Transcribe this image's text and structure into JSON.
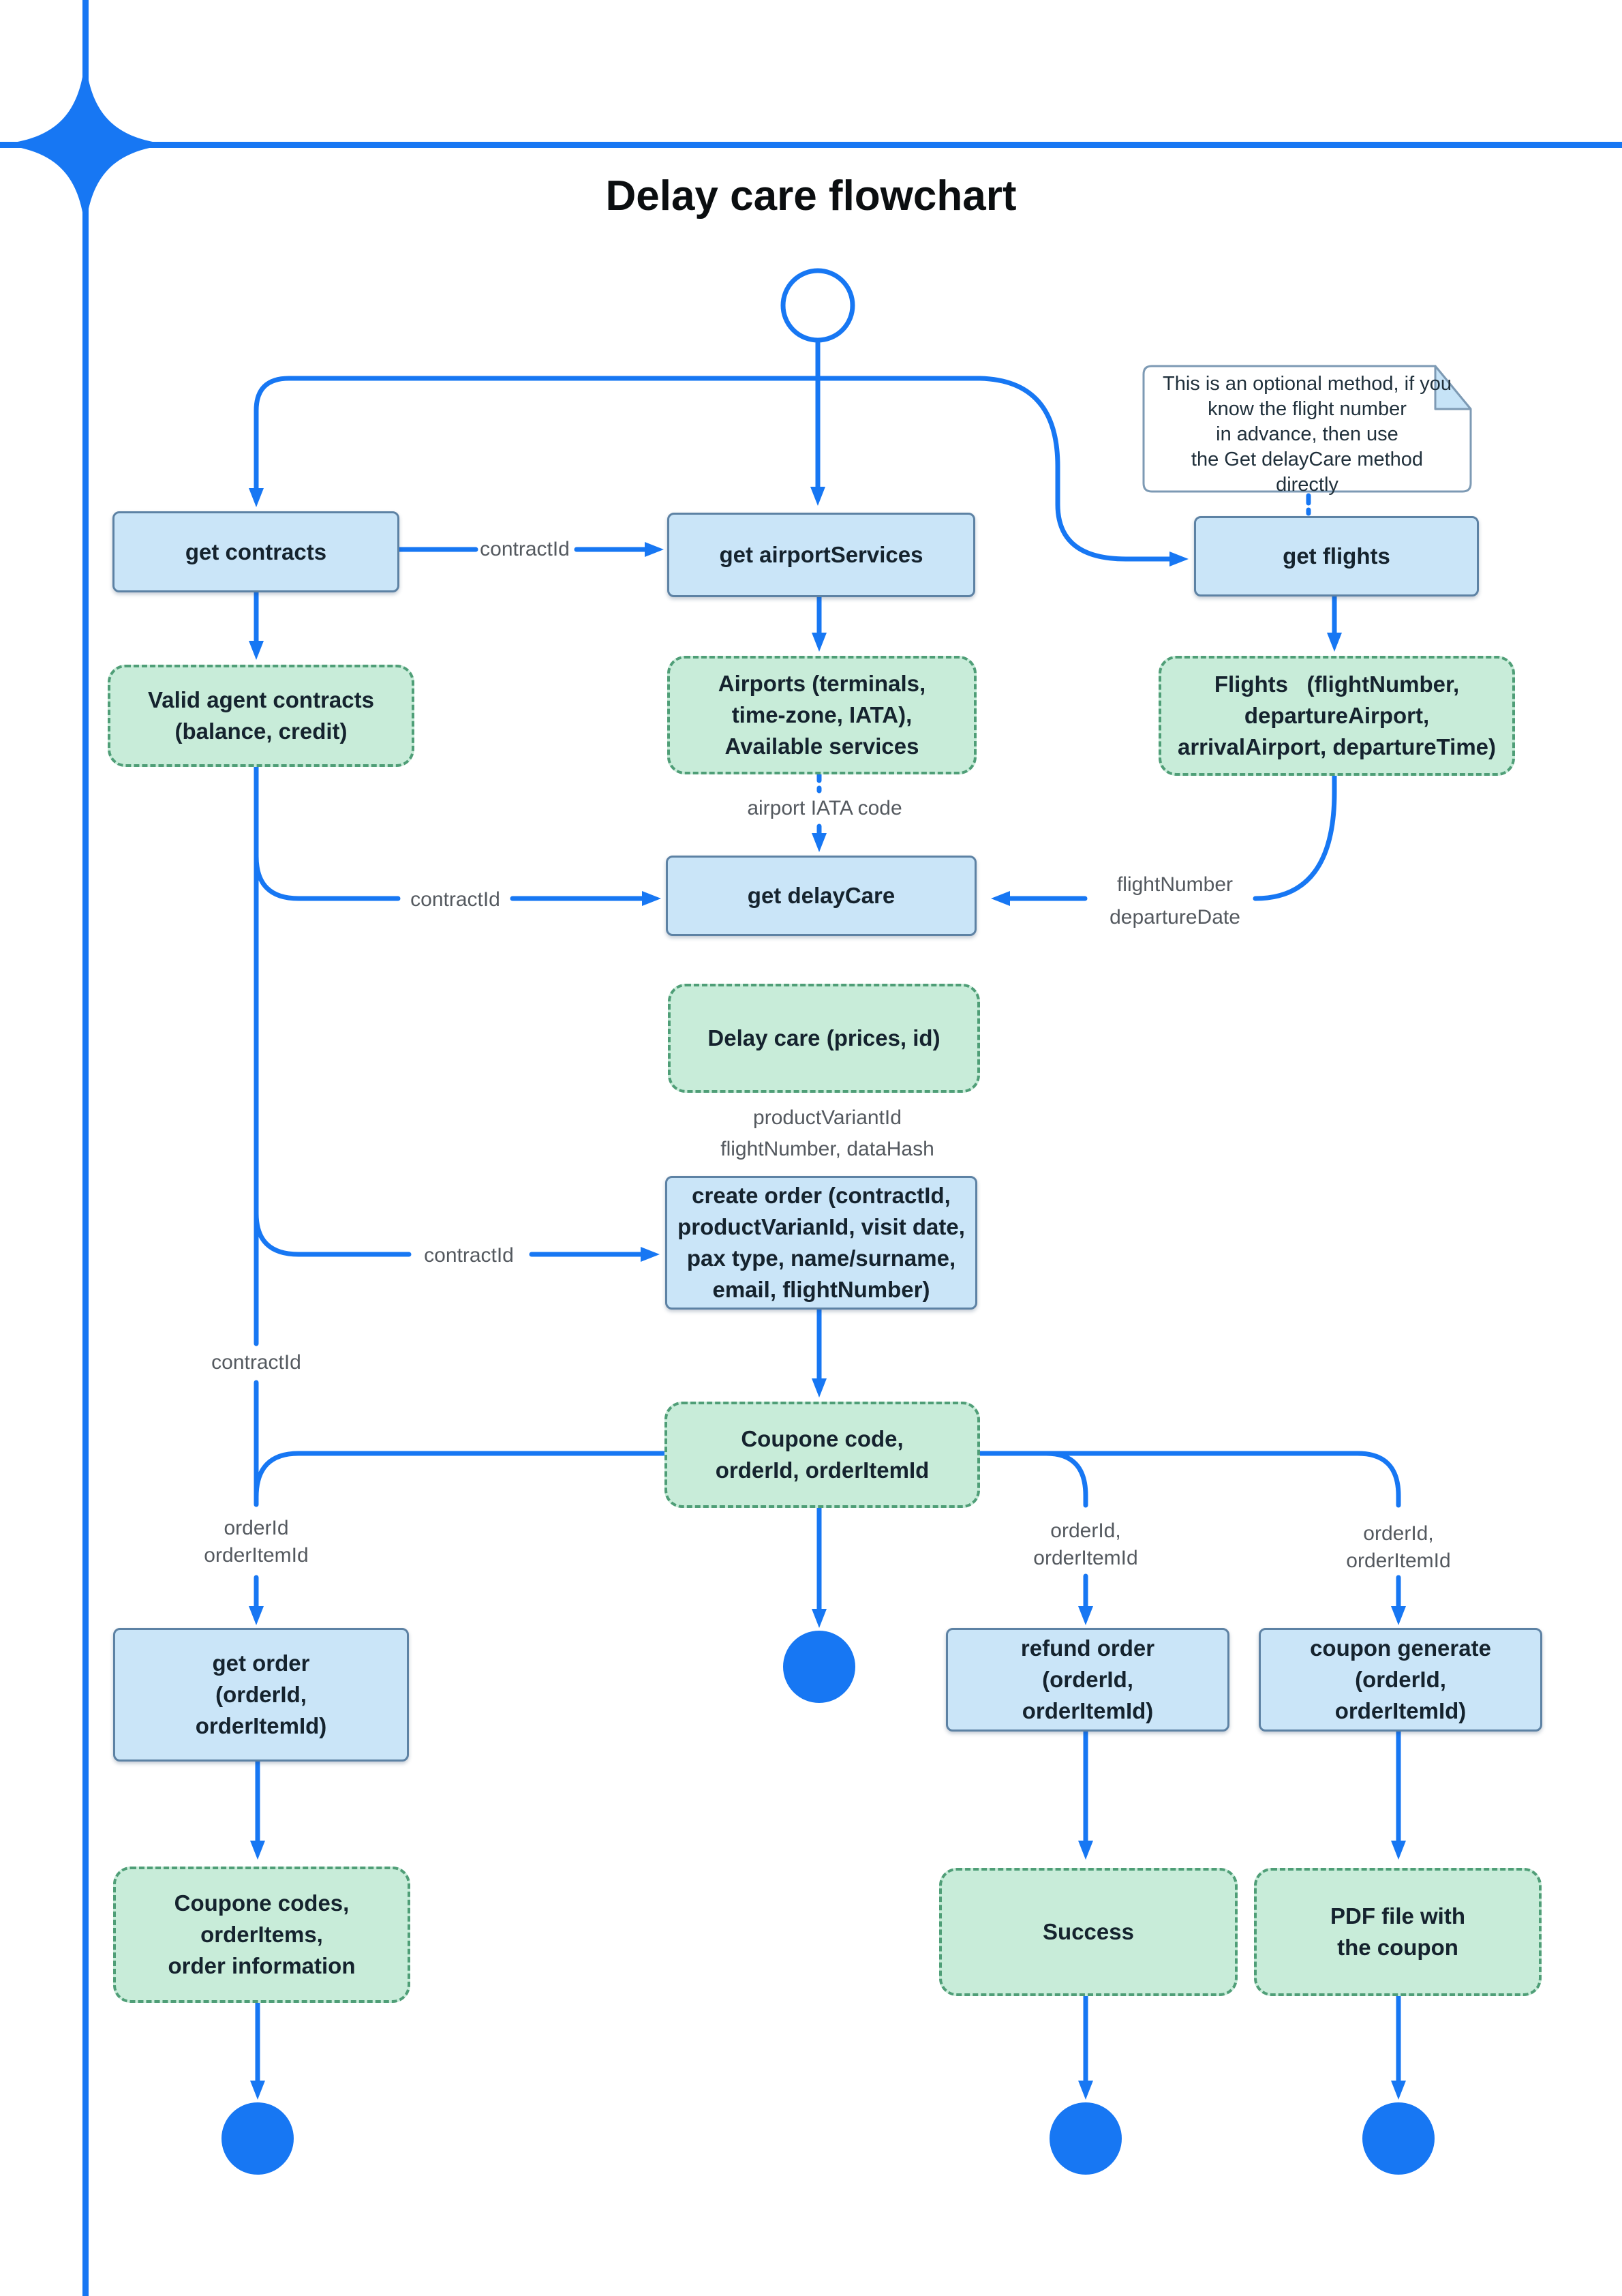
{
  "title": "Delay care flowchart",
  "note": {
    "text": "This is an optional method, if you\nknow the flight number\nin advance, then use\nthe Get delayCare method\ndirectly"
  },
  "nodes": {
    "get_contracts": {
      "label": "get contracts"
    },
    "get_airport_services": {
      "label": "get airportServices"
    },
    "get_flights": {
      "label": "get flights"
    },
    "valid_agent_contracts": {
      "label": "Valid agent contracts\n(balance, credit)"
    },
    "airports": {
      "label": "Airports (terminals,\ntime-zone, IATA),\nAvailable services"
    },
    "flights": {
      "label": "Flights   (flightNumber,\ndepartureAirport,\narrivalAirport, departureTime)"
    },
    "get_delay_care": {
      "label": "get delayCare"
    },
    "delay_care": {
      "label": "Delay care (prices, id)"
    },
    "create_order": {
      "label": "create order (contractId,\nproductVarianId, visit date,\npax type, name/surname,\nemail, flightNumber)"
    },
    "coupone_code": {
      "label": "Coupone code,\norderId, orderItemId"
    },
    "get_order": {
      "label": "get order\n(orderId,\norderItemId)"
    },
    "refund_order": {
      "label": "refund order\n(orderId,\norderItemId)"
    },
    "coupon_generate": {
      "label": "coupon generate\n(orderId,\norderItemId)"
    },
    "coupone_codes": {
      "label": "Coupone codes,\norderItems,\norder information"
    },
    "success": {
      "label": "Success"
    },
    "pdf_file": {
      "label": "PDF file with\nthe coupon"
    }
  },
  "edge_labels": {
    "contract_id_top": "contractId",
    "airport_iata": "airport IATA code",
    "contract_id_delaycare": "contractId",
    "flight_number_departure": "flightNumber\ndepartureDate",
    "product_variant": "productVariantId\nflightNumber, dataHash",
    "contract_id_create_order": "contractId",
    "contract_id_left": "contractId",
    "order_ids_left": "orderId\norderItemId",
    "order_ids_refund": "orderId,\norderItemId",
    "order_ids_coupon": "orderId,\norderItemId"
  },
  "colors": {
    "accent_blue": "#1777f3",
    "node_blue_fill": "#cae5f8",
    "node_blue_border": "#5d82a4",
    "node_green_fill": "#c8ecd9",
    "node_green_border": "#4f9e77",
    "edge_label_gray": "#54595f",
    "note_border": "#7d9ab4",
    "note_fold": "#c6e3f7"
  }
}
